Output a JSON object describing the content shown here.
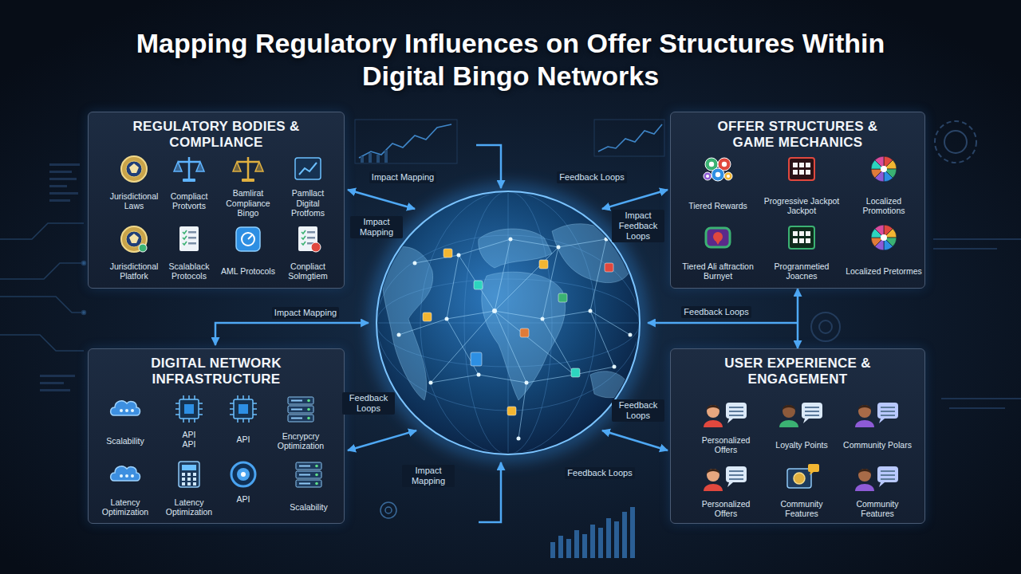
{
  "diagram": {
    "title": "Mapping Regulatory Influences on Offer Structures Within Digital Bingo Networks",
    "nodes": [
      {
        "text": [
          "REGULATORY BODIES & COMPLIANCE"
        ]
      },
      {
        "text": [
          "OFFER STRUCTURES & GAME MECHANICS"
        ]
      },
      {
        "text": [
          "DIGITAL NETWORK INFRASTRUCTURE"
        ]
      },
      {
        "text": [
          "USER EXPERIENCE & ENGAGEMENT"
        ]
      }
    ],
    "edges": [
      {
        "from": 1,
        "to": 3,
        "arrow": "both"
      }
    ],
    "labels": [
      "Jurisdictional Laws",
      "Compliact Protvorts",
      "Bamlirat Compliance Bingo",
      "Pamllact Digital Protfoms",
      "Jurisdictional Platfork",
      "Scalablack Protocols",
      "AML Protocols",
      "Conpliact Solmgtiem",
      "Tiered Rewards",
      "Progressive Jackpot Jackpot",
      "Localized Promotions",
      "Tiered Ali aftraction Burnyet",
      "Progranmetied Joacnes",
      "Localized Pretormes",
      "Scalability",
      "API API",
      "API",
      "Encrypcry Optimization",
      "Latency Optimization",
      "Latency Optimization",
      "API",
      "Scalability",
      "Personalized Offers",
      "Loyalty Points",
      "Community Polars",
      "Personalized Offers",
      "Community Features",
      "Community Features",
      "Impact Mapping",
      "Feedback Loops",
      "Impact Mapping",
      "Impact Feedback Loops",
      "Impact Mapping",
      "Feedback Loops",
      "Feedback Loops",
      "Feedback Loops",
      "Impact Mapping",
      "Feedback Loops"
    ]
  }
}
